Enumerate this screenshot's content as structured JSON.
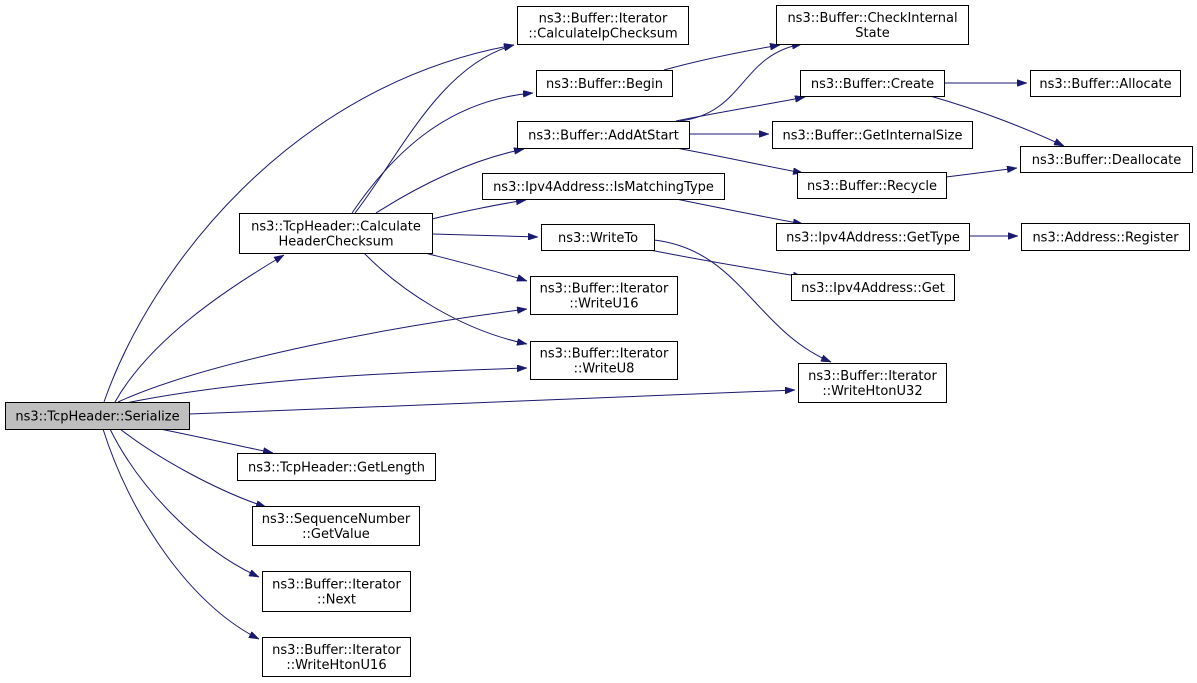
{
  "graph": {
    "root": 0,
    "nodes": [
      {
        "lines": [
          "ns3::TcpHeader::Serialize"
        ]
      },
      {
        "lines": [
          "ns3::TcpHeader::Calculate",
          "HeaderChecksum"
        ]
      },
      {
        "lines": [
          "ns3::Buffer::Iterator",
          "::CalculateIpChecksum"
        ]
      },
      {
        "lines": [
          "ns3::Buffer::Begin"
        ]
      },
      {
        "lines": [
          "ns3::Buffer::AddAtStart"
        ]
      },
      {
        "lines": [
          "ns3::Ipv4Address::IsMatchingType"
        ]
      },
      {
        "lines": [
          "ns3::WriteTo"
        ]
      },
      {
        "lines": [
          "ns3::Buffer::Iterator",
          "::WriteU16"
        ]
      },
      {
        "lines": [
          "ns3::Buffer::Iterator",
          "::WriteU8"
        ]
      },
      {
        "lines": [
          "ns3::Buffer::CheckInternal",
          "State"
        ]
      },
      {
        "lines": [
          "ns3::Buffer::Create"
        ]
      },
      {
        "lines": [
          "ns3::Buffer::GetInternalSize"
        ]
      },
      {
        "lines": [
          "ns3::Buffer::Recycle"
        ]
      },
      {
        "lines": [
          "ns3::Ipv4Address::GetType"
        ]
      },
      {
        "lines": [
          "ns3::Ipv4Address::Get"
        ]
      },
      {
        "lines": [
          "ns3::Buffer::Iterator",
          "::WriteHtonU32"
        ]
      },
      {
        "lines": [
          "ns3::Buffer::Allocate"
        ]
      },
      {
        "lines": [
          "ns3::Buffer::Deallocate"
        ]
      },
      {
        "lines": [
          "ns3::Address::Register"
        ]
      },
      {
        "lines": [
          "ns3::TcpHeader::GetLength"
        ]
      },
      {
        "lines": [
          "ns3::SequenceNumber",
          "::GetValue"
        ]
      },
      {
        "lines": [
          "ns3::Buffer::Iterator",
          "::Next"
        ]
      },
      {
        "lines": [
          "ns3::Buffer::Iterator",
          "::WriteHtonU16"
        ]
      }
    ],
    "edges": [
      [
        0,
        1
      ],
      [
        0,
        2
      ],
      [
        0,
        7
      ],
      [
        0,
        8
      ],
      [
        0,
        15
      ],
      [
        0,
        19
      ],
      [
        0,
        20
      ],
      [
        0,
        21
      ],
      [
        0,
        22
      ],
      [
        1,
        2
      ],
      [
        1,
        3
      ],
      [
        1,
        4
      ],
      [
        1,
        5
      ],
      [
        1,
        6
      ],
      [
        1,
        7
      ],
      [
        1,
        8
      ],
      [
        3,
        9
      ],
      [
        4,
        9
      ],
      [
        4,
        10
      ],
      [
        4,
        11
      ],
      [
        4,
        12
      ],
      [
        5,
        13
      ],
      [
        6,
        14
      ],
      [
        6,
        15
      ],
      [
        10,
        16
      ],
      [
        10,
        17
      ],
      [
        12,
        17
      ],
      [
        13,
        18
      ]
    ]
  },
  "colors": {
    "edge": "#191970",
    "node_border": "#000000",
    "node_fill": "#ffffff",
    "root_fill": "#bfbfbf"
  }
}
